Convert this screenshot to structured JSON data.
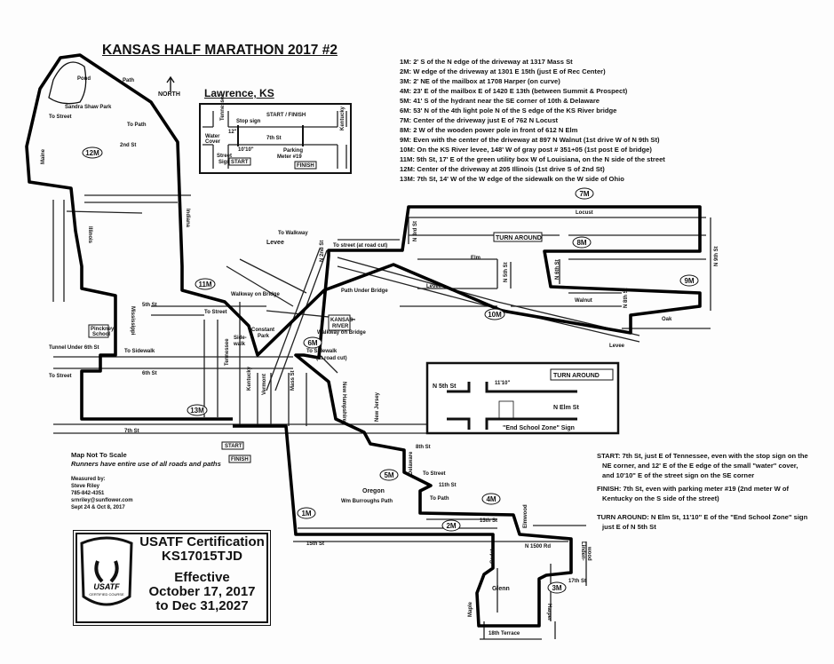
{
  "header": {
    "title": "KANSAS HALF MARATHON 2017 #2",
    "subtitle": "Lawrence, KS",
    "north": "NORTH"
  },
  "mile_descriptions": [
    "1M: 2' S of the N edge of the driveway at 1317 Mass St",
    "2M: W edge of the driveway at 1301 E 15th (just E of Rec Center)",
    "3M: 2' NE of the mailbox at 1708 Harper (on curve)",
    "4M: 23' E of the mailbox E of 1420 E 13th (between Summit & Prospect)",
    "5M: 41' S of the hydrant near the SE corner of 10th & Delaware",
    "6M: 53' N of the 4th light pole N of the S edge of the KS River bridge",
    "7M: Center of the driveway just E of 762 N Locust",
    "8M: 2 W of the wooden power pole in front of 612 N Elm",
    "9M: Even with the center of the driveway at 897 N Walnut (1st drive W of N 9th St)",
    "10M: On the KS River levee, 148' W of gray post # 351+05 (1st post E of bridge)",
    "11M: 5th St, 17' E of the green utility box W of Louisiana, on the N side of the street",
    "12M: Center of the driveway at 205 Illinois (1st drive S of 2nd St)",
    "13M: 7th St, 14' W of the W edge of the sidewalk on the W side of Ohio"
  ],
  "markers": [
    "1M",
    "2M",
    "3M",
    "4M",
    "5M",
    "6M",
    "7M",
    "8M",
    "9M",
    "10M",
    "11M",
    "12M",
    "13M"
  ],
  "start_finish_inset": {
    "title": "START / FINISH",
    "tennessee": "Tennessee",
    "kentucky": "Kentucky",
    "stop_sign": "Stop sign",
    "water": "Water",
    "cover": "Cover",
    "twelve": "12\"",
    "street": "Street",
    "sign": "Sign",
    "tenten": "10'10\"",
    "seventh": "7th St",
    "parking": "Parking",
    "meter": "Meter #19",
    "start": "START",
    "finish": "FINISH"
  },
  "turnaround_inset": {
    "title": "TURN AROUND",
    "n5th": "N 5th St",
    "dist": "11'10\"",
    "nelm": "N Elm St",
    "sign": "\"End School Zone\" Sign"
  },
  "labels": {
    "pond": "Pond",
    "path": "Path",
    "park": "Sandra Shaw Park",
    "to_street": "To Street",
    "to_path": "To Path",
    "second": "2nd St",
    "maine": "Maine",
    "illinois": "Illinois",
    "indiana": "Indiana",
    "mississippi": "Mississippi",
    "fifth": "5th St",
    "sixth": "6th St",
    "seventh": "7th St",
    "pinckney": "Pinckney",
    "school": "School",
    "tunnel": "Tunnel Under 6th St",
    "to_sidewalk": "To Sidewalk",
    "to_street2": "To Street",
    "to_street3": "To Street",
    "tennessee": "Tennessee",
    "kentucky": "Kentucky",
    "vermont": "Vermont",
    "mass": "Mass St",
    "constant": "Constant",
    "park2": "Park",
    "side": "Side-",
    "walk": "walk",
    "walkway_bridge": "Walkway on Bridge",
    "to_walkway": "To Walkway",
    "levee": "Levee",
    "n2nd": "N 2nd St",
    "to_street_cut": "To street (at road cut)",
    "path_under": "Path Under Bridge",
    "kansas": "KANSAS",
    "river": "RIVER",
    "walkway_bridge2": "Walkway on Bridge",
    "to_sidewalk2": "To Sidewalk",
    "road_cut": "(at road cut)",
    "n3rd": "N 3rd St",
    "locust": "Locust",
    "turn_around": "TURN AROUND",
    "elm": "Elm",
    "n5th": "N 5th St",
    "n6th": "N 6th St",
    "n8th": "N 8th St",
    "n9th": "N 9th St",
    "levee2": "Levee",
    "walnut": "Walnut",
    "oak": "Oak",
    "levee3": "Levee",
    "new_hampshire": "New Hampshire",
    "new_jersey": "New Jersey",
    "eighth": "8th St",
    "delaware": "Delaware",
    "to_street4": "To Street",
    "eleventh": "11th St",
    "oregon": "Oregon",
    "burroughs": "Wm Burroughs Path",
    "to_path2": "To Path",
    "thirteenth": "13th St",
    "elmwood": "Elmwood",
    "fifteenth": "15th St",
    "n1500": "N 1500 Rd",
    "linden": "Linden-",
    "wood": "wood",
    "cadet": "Cadet",
    "glenn": "Glenn",
    "seventeenth": "17th St",
    "maple": "Maple",
    "harper": "Harper",
    "eighteenth": "18th Terrace",
    "start": "START",
    "finish": "FINISH"
  },
  "notes_left": {
    "not_to_scale": "Map Not To Scale",
    "roads": "Runners have entire use of all roads and paths",
    "measured_by": "Measured by:",
    "name": "Steve Riley",
    "phone": "785-842-4351",
    "email": "srnriley@sunflower.com",
    "dates": "Sept 24 & Oct 8, 2017"
  },
  "notes_right": {
    "start": [
      "START: 7th St, just E of Tennessee, even with the stop sign on the",
      "NE corner, and 12' E of the E edge of the small \"water\" cover,",
      "and 10'10\"  E of the street sign on the SE corner"
    ],
    "finish": [
      "FINISH: 7th St, even with parking meter #19 (2nd meter W of",
      "Kentucky on the S side of the street)"
    ],
    "turn": [
      "TURN AROUND: N Elm St, 11'10\" E of the \"End School Zone\" sign",
      "just E of N 5th St"
    ]
  },
  "certification": {
    "line1": "USATF Certification",
    "code": "KS17015TJD",
    "effective": "Effective",
    "from": "October 17, 2017",
    "to": "to Dec 31,2027",
    "logo_text": "USATF",
    "logo_sub": "CERTIFIED COURSE"
  }
}
